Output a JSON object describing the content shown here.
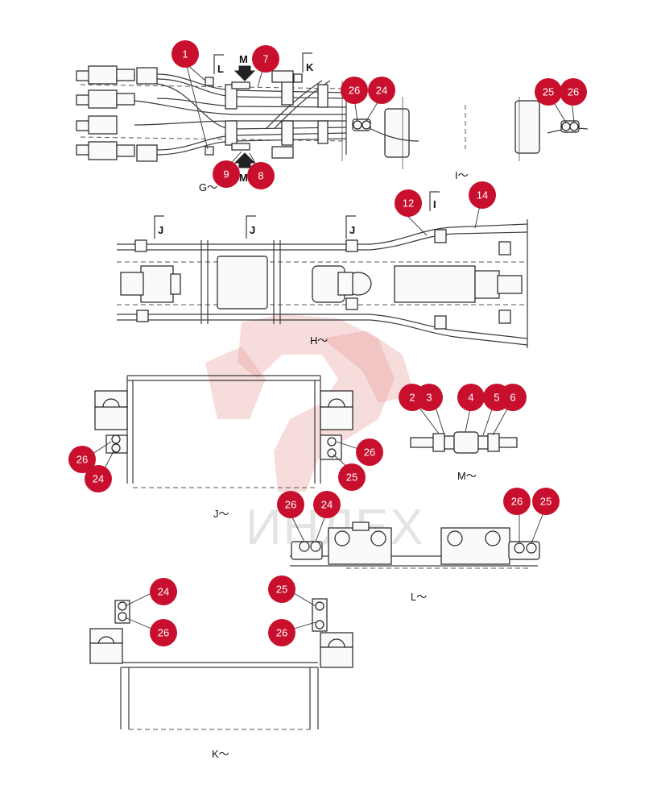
{
  "colors": {
    "accent": "#c8102e",
    "line": "#3a3a3a"
  },
  "view_labels": {
    "G": "G～",
    "H": "H～",
    "I": "I～",
    "J": "J～",
    "K": "K～",
    "L": "L～",
    "M": "M～"
  },
  "section_markers": {
    "L": "L",
    "K": "K",
    "I": "I",
    "J": "J",
    "M_top": "M",
    "M_bottom": "M"
  },
  "watermark": {
    "text": "ИНЛЕХ"
  },
  "callouts": {
    "g1": "1",
    "g7": "7",
    "g9": "9",
    "g8": "8",
    "g26": "26",
    "g24": "24",
    "i25": "25",
    "i26": "26",
    "h12": "12",
    "h14": "14",
    "m2": "2",
    "m3": "3",
    "m4": "4",
    "m5": "5",
    "m6": "6",
    "j26a": "26",
    "j24a": "24",
    "j26b": "26",
    "j25b": "25",
    "l26a": "26",
    "l24a": "24",
    "l26b": "26",
    "l25b": "25",
    "k24": "24",
    "k26a": "26",
    "k25": "25",
    "k26b": "26"
  }
}
